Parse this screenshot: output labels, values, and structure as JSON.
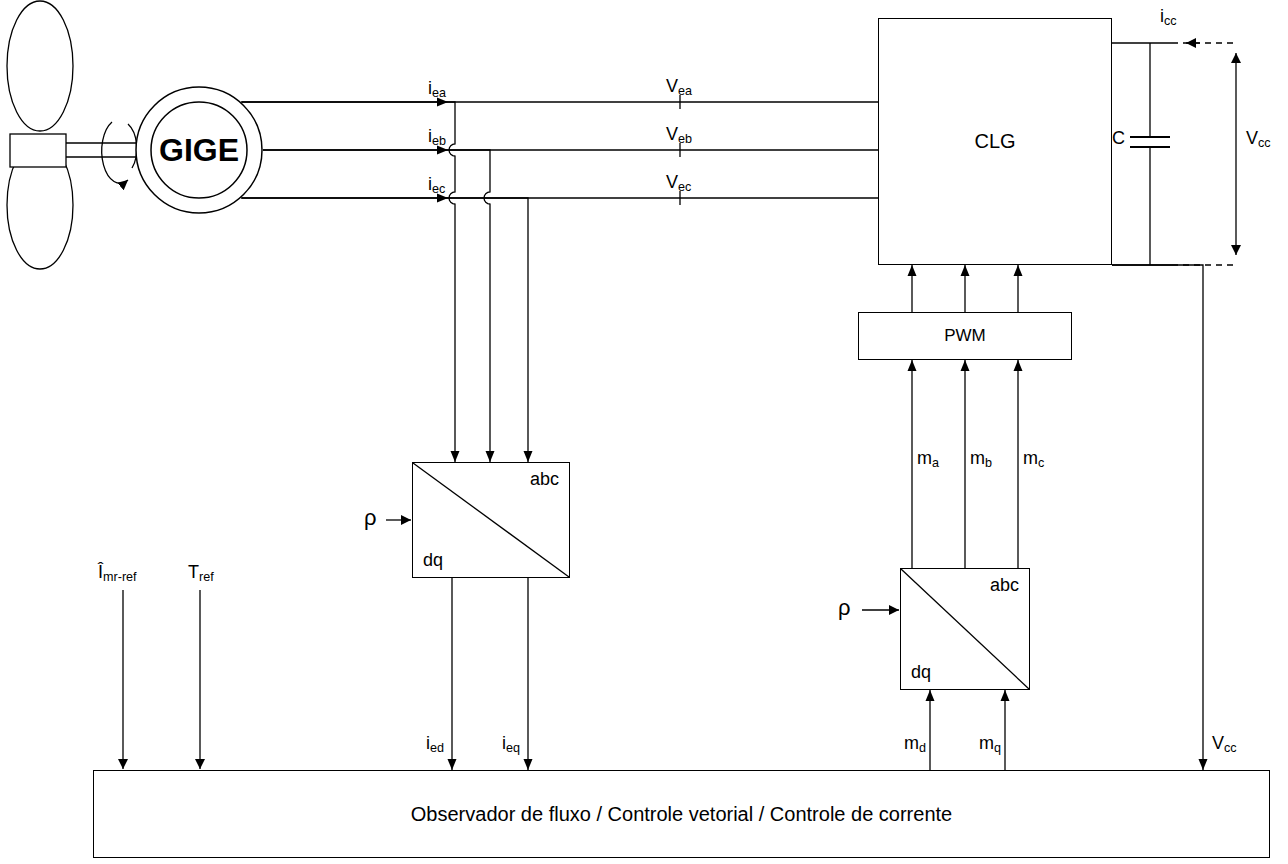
{
  "diagram": {
    "nodes": [
      {
        "text": [
          "GIGE"
        ]
      },
      {
        "text": [
          "CLG"
        ]
      },
      {
        "text": [
          "PWM"
        ]
      },
      {
        "text": [
          "abc",
          "dq"
        ]
      },
      {
        "text": [
          "abc",
          "dq"
        ]
      },
      {
        "text": [
          "Observador de fluxo / Controle vetorial / Controle de corrente"
        ]
      }
    ],
    "edges": [
      {
        "from": 0,
        "to": 1,
        "arrow": "to",
        "label": "iea"
      },
      {
        "from": 0,
        "to": 1,
        "arrow": "to",
        "label": "ieb"
      },
      {
        "from": 0,
        "to": 1,
        "arrow": "to",
        "label": "iec"
      },
      {
        "from": 0,
        "to": 3,
        "arrow": "to"
      },
      {
        "from": 0,
        "to": 3,
        "arrow": "to"
      },
      {
        "from": 0,
        "to": 3,
        "arrow": "to"
      },
      {
        "from": 3,
        "to": 5,
        "arrow": "to",
        "label": "ied"
      },
      {
        "from": 3,
        "to": 5,
        "arrow": "to",
        "label": "ieq"
      },
      {
        "from": 5,
        "to": 4,
        "arrow": "to",
        "label": "md"
      },
      {
        "from": 5,
        "to": 4,
        "arrow": "to",
        "label": "mq"
      },
      {
        "from": 4,
        "to": 2,
        "arrow": "to",
        "label": "ma"
      },
      {
        "from": 4,
        "to": 2,
        "arrow": "to",
        "label": "mb"
      },
      {
        "from": 4,
        "to": 2,
        "arrow": "to",
        "label": "mc"
      },
      {
        "from": 2,
        "to": 1,
        "arrow": "to"
      },
      {
        "from": 2,
        "to": 1,
        "arrow": "to"
      },
      {
        "from": 2,
        "to": 1,
        "arrow": "to"
      },
      {
        "from": 1,
        "to": 5,
        "arrow": "to",
        "label": "Vcc"
      }
    ],
    "labels": [
      "Vea",
      "Veb",
      "Vec",
      "icc",
      "C",
      "Vcc",
      "Îmr-ref",
      "Tref",
      "ρ",
      "ρ"
    ]
  }
}
